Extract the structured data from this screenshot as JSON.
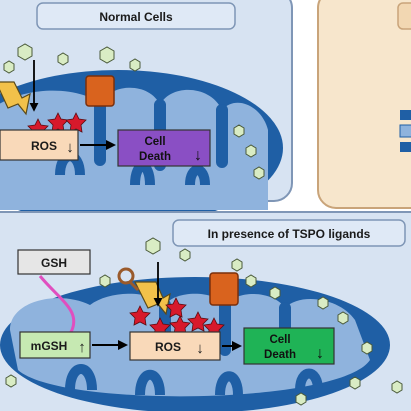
{
  "panels": {
    "top": {
      "title": "Normal Cells",
      "ros": "ROS",
      "cell_death_line1": "Cell",
      "cell_death_line2": "Death",
      "arrow_symbol": "↓"
    },
    "bottom": {
      "title": "In presence of TSPO ligands",
      "gsh": "GSH",
      "mgsh": "mGSH",
      "mgsh_arrow": "↑",
      "ros": "ROS",
      "ros_arrow": "↓",
      "cell_death_line1": "Cell",
      "cell_death_line2": "Death",
      "cell_death_arrow": "↓"
    }
  },
  "colors": {
    "panel_bg": "#d7e3f2",
    "panel_stroke": "#7f96b6",
    "right_panel_bg": "#f7e6cc",
    "right_panel_stroke": "#c9a47a",
    "mito_outer": "#1f5fa5",
    "mito_inner": "#8fb3dd",
    "ros_box": "#f9d9b9",
    "death_box_top": "#8a4fc4",
    "death_box_bottom": "#1fb356",
    "mgsh_box": "#c6e9b2",
    "gsh_box": "#e6e6e6",
    "lightning": "#f2c14a",
    "orange_channel": "#d9631e",
    "ligand_hexagon": "#d9ecc4",
    "ros_star": "#d7192b",
    "pink_arrow": "#e04fbf",
    "ring": "#9a5a2b"
  }
}
